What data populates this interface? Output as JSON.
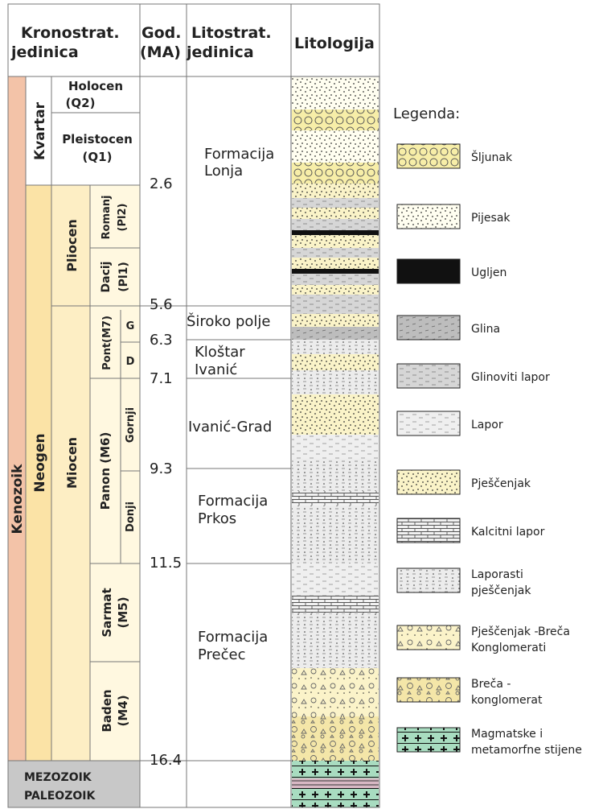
{
  "headers": {
    "chrono": [
      "Kronostrat.",
      "jedinica"
    ],
    "age": [
      "God.",
      "(MA)"
    ],
    "litho": [
      "Litostrat.",
      "jedinica"
    ],
    "lithology": "Litologija"
  },
  "eons": {
    "kenozoik": "Kenozoik",
    "mezozoik": "MEZOZOIK",
    "paleozoik": "PALEOZOIK"
  },
  "periods": {
    "kvartar": "Kvartar",
    "neogen": "Neogen"
  },
  "epochs": {
    "holocen": [
      "Holocen",
      "(Q2)"
    ],
    "pleistocen": [
      "Pleistocen",
      "(Q1)"
    ],
    "pliocen": "Pliocen",
    "miocen": "Miocen"
  },
  "stages": {
    "romanj": [
      "Romanj",
      "(Pl2)"
    ],
    "dacij": [
      "Dacij",
      "(Pl1)"
    ],
    "pont": "Pont(M7)",
    "pont_g": "G",
    "pont_d": "D",
    "panon": "Panon (M6)",
    "gornji": "Gornji",
    "donji": "Donji",
    "sarmat": [
      "Sarmat",
      "(M5)"
    ],
    "baden": [
      "Baden",
      "(M4)"
    ]
  },
  "ages": [
    "2.6",
    "5.6",
    "6.3",
    "7.1",
    "9.3",
    "11.5",
    "16.4"
  ],
  "formations": {
    "lonja": [
      "Formacija",
      "Lonja"
    ],
    "siroko": "Široko polje",
    "klostar": [
      "Kloštar",
      "Ivanić"
    ],
    "ivanic": "Ivanić-Grad",
    "prkos": [
      "Formacija",
      "Prkos"
    ],
    "precec": [
      "Formacija",
      "Prečec"
    ]
  },
  "legend": {
    "title": "Legenda:",
    "items": [
      {
        "label": [
          "Šljunak"
        ],
        "pattern": "gravel"
      },
      {
        "label": [
          "Pijesak"
        ],
        "pattern": "sand"
      },
      {
        "label": [
          "Ugljen"
        ],
        "pattern": "coal"
      },
      {
        "label": [
          "Glina"
        ],
        "pattern": "clay"
      },
      {
        "label": [
          "Glinoviti lapor"
        ],
        "pattern": "claymarl"
      },
      {
        "label": [
          "Lapor"
        ],
        "pattern": "marl"
      },
      {
        "label": [
          "Pješčenjak"
        ],
        "pattern": "sandstone"
      },
      {
        "label": [
          "Kalcitni lapor"
        ],
        "pattern": "calcmarl"
      },
      {
        "label": [
          "Laporasti",
          "pješčenjak"
        ],
        "pattern": "marlsand"
      },
      {
        "label": [
          "Pješčenjak -Breča",
          "Konglomerati"
        ],
        "pattern": "sbc"
      },
      {
        "label": [
          "Breča -",
          "konglomerat"
        ],
        "pattern": "breccia"
      },
      {
        "label": [
          "Magmatske i",
          "metamorfne stijene"
        ],
        "pattern": "igneous"
      }
    ]
  },
  "colors": {
    "kenozoik": "#f3c3a8",
    "neogen": "#fbe3a6",
    "miocen": "#fdeec4",
    "quaternary": "#ffffff",
    "mezozoik_bg": "#c8c8c8",
    "sand_fill": "#faf3c8",
    "igneous_fill": "#a8dcc0"
  }
}
